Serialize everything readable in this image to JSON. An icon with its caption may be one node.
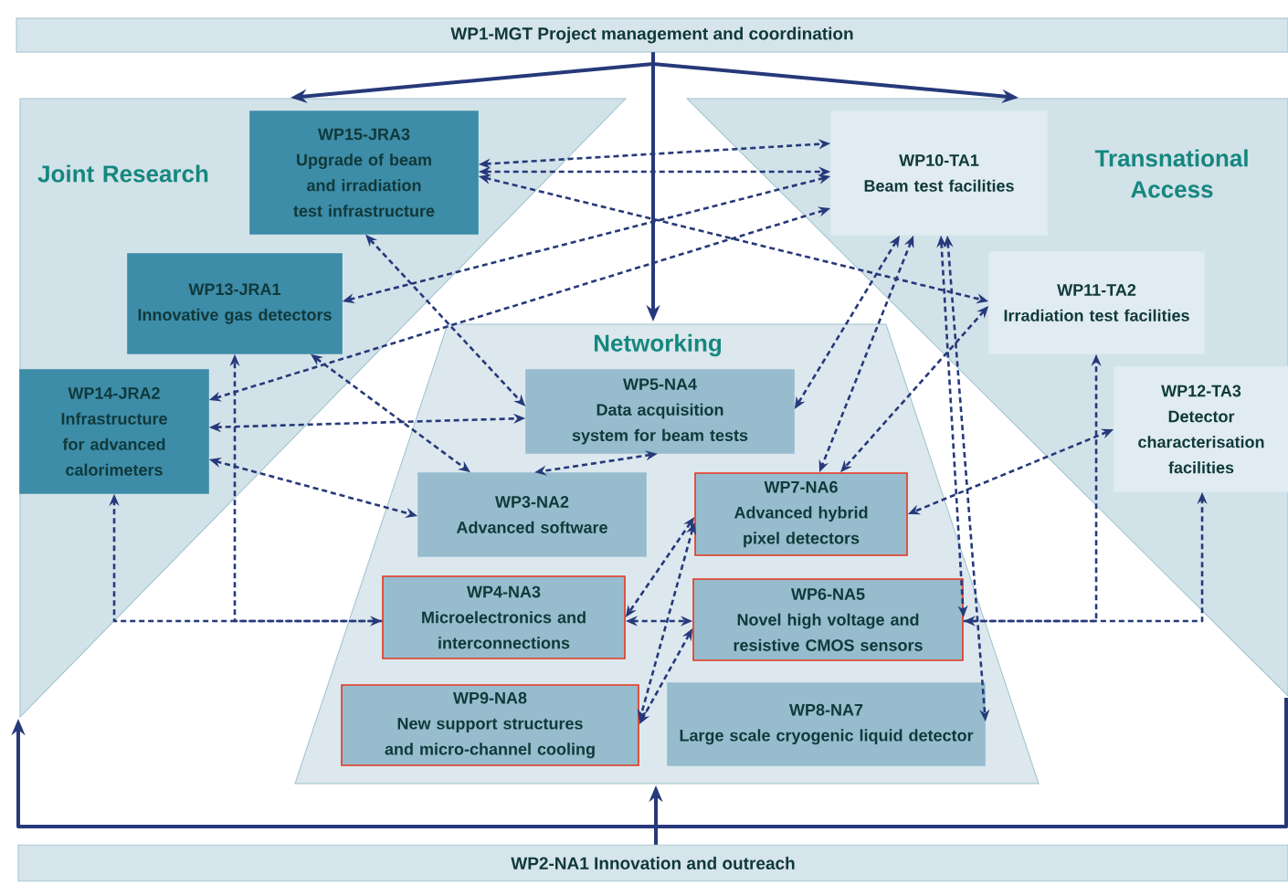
{
  "diagram": {
    "nodes": [
      {
        "text": [
          "WP1-MGT Project management and coordination"
        ]
      },
      {
        "text": [
          "Joint Research"
        ]
      },
      {
        "text": [
          "Transnational Access"
        ]
      },
      {
        "text": [
          "Networking"
        ]
      },
      {
        "text": [
          "WP15-JRA3",
          "Upgrade of beam and irradiation test infrastructure"
        ],
        "in": 1
      },
      {
        "text": [
          "WP13-JRA1",
          "Innovative gas detectors"
        ],
        "in": 1
      },
      {
        "text": [
          "WP14-JRA2",
          "Infrastructure for advanced calorimeters"
        ],
        "in": 1
      },
      {
        "text": [
          "WP10-TA1",
          "Beam test facilities"
        ],
        "in": 2
      },
      {
        "text": [
          "WP11-TA2",
          "Irradiation test facilities"
        ],
        "in": 2
      },
      {
        "text": [
          "WP12-TA3",
          "Detector characterisation facilities"
        ],
        "in": 2
      },
      {
        "text": [
          "WP5-NA4",
          "Data acquisition system for beam tests"
        ],
        "in": 3
      },
      {
        "text": [
          "WP3-NA2",
          "Advanced software"
        ],
        "in": 3
      },
      {
        "text": [
          "WP7-NA6",
          "Advanced hybrid pixel detectors"
        ],
        "in": 3
      },
      {
        "text": [
          "WP4-NA3",
          "Microelectronics and interconnections"
        ],
        "in": 3
      },
      {
        "text": [
          "WP6-NA5",
          "Novel high voltage and resistive CMOS sensors"
        ],
        "in": 3
      },
      {
        "text": [
          "WP9-NA8",
          "New support structures and micro-channel cooling"
        ],
        "in": 3
      },
      {
        "text": [
          "WP8-NA7",
          "Large scale cryogenic liquid detector"
        ],
        "in": 3
      },
      {
        "text": [
          "WP2-NA1 Innovation and outreach"
        ]
      }
    ],
    "edges": [
      {
        "from": 0,
        "to": 1,
        "arrow": "to"
      },
      {
        "from": 0,
        "to": 2,
        "arrow": "to"
      },
      {
        "from": 0,
        "to": 3,
        "arrow": "to"
      },
      {
        "from": 17,
        "to": 3,
        "arrow": "to"
      },
      {
        "from": 17,
        "to": 1,
        "arrow": "to"
      },
      {
        "from": 17,
        "to": 2,
        "arrow": "none"
      },
      {
        "from": 4,
        "to": 7,
        "arrow": "both",
        "style": "dashed"
      },
      {
        "from": 4,
        "to": 7,
        "arrow": "both",
        "style": "dashed"
      },
      {
        "from": 4,
        "to": 8,
        "arrow": "both",
        "style": "dashed"
      },
      {
        "from": 5,
        "to": 7,
        "arrow": "both",
        "style": "dashed"
      },
      {
        "from": 6,
        "to": 7,
        "arrow": "both",
        "style": "dashed"
      },
      {
        "from": 4,
        "to": 10,
        "arrow": "both",
        "style": "dashed"
      },
      {
        "from": 5,
        "to": 11,
        "arrow": "both",
        "style": "dashed"
      },
      {
        "from": 6,
        "to": 10,
        "arrow": "both",
        "style": "dashed"
      },
      {
        "from": 6,
        "to": 11,
        "arrow": "both",
        "style": "dashed"
      },
      {
        "from": 10,
        "to": 11,
        "arrow": "both",
        "style": "dashed"
      },
      {
        "from": 7,
        "to": 10,
        "arrow": "both",
        "style": "dashed"
      },
      {
        "from": 7,
        "to": 12,
        "arrow": "both",
        "style": "dashed"
      },
      {
        "from": 8,
        "to": 12,
        "arrow": "both",
        "style": "dashed"
      },
      {
        "from": 7,
        "to": 14,
        "arrow": "both",
        "style": "dashed"
      },
      {
        "from": 7,
        "to": 16,
        "arrow": "both",
        "style": "dashed"
      },
      {
        "from": 9,
        "to": 12,
        "arrow": "both",
        "style": "dashed"
      },
      {
        "from": 12,
        "to": 13,
        "arrow": "both",
        "style": "dashed"
      },
      {
        "from": 13,
        "to": 14,
        "arrow": "both",
        "style": "dashed"
      },
      {
        "from": 12,
        "to": 15,
        "arrow": "both",
        "style": "dashed"
      },
      {
        "from": 14,
        "to": 15,
        "arrow": "both",
        "style": "dashed"
      },
      {
        "from": 13,
        "to": 5,
        "arrow": "both",
        "style": "dashed"
      },
      {
        "from": 13,
        "to": 6,
        "arrow": "to",
        "style": "dashed"
      },
      {
        "from": 14,
        "to": 8,
        "arrow": "both",
        "style": "dashed"
      },
      {
        "from": 14,
        "to": 9,
        "arrow": "to",
        "style": "dashed"
      }
    ]
  }
}
